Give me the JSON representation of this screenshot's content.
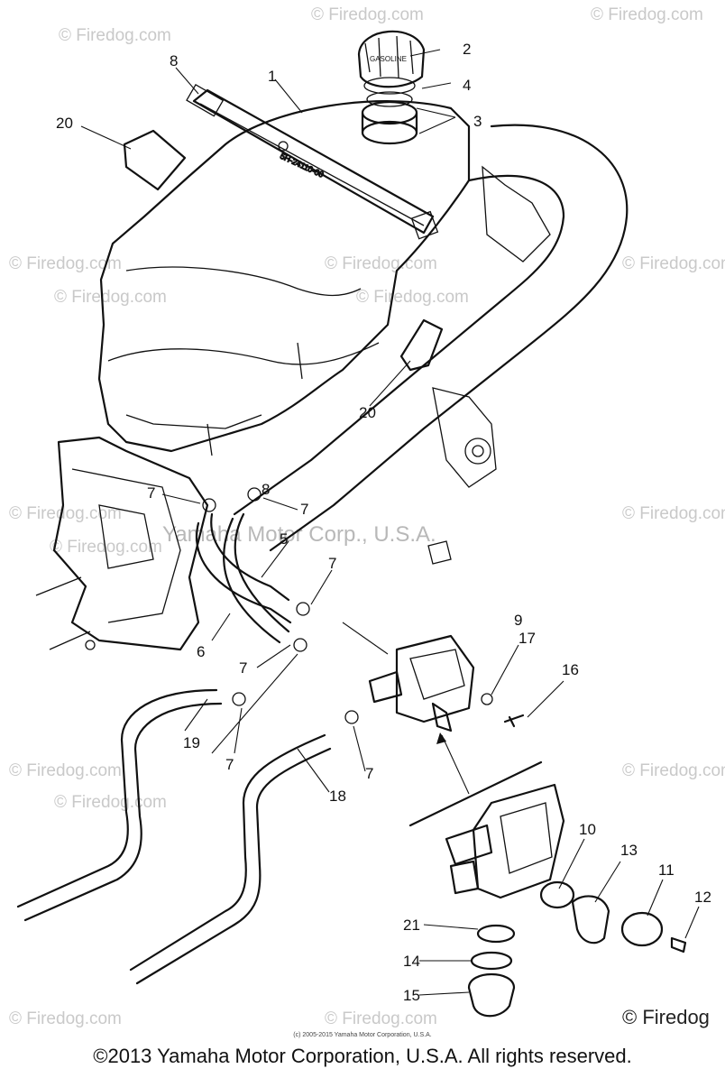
{
  "watermark": {
    "text": "© Firedog.com"
  },
  "center_watermark": "Yamaha Motor Corp., U.S.A.",
  "tank_stamp": "5H-24110-00",
  "cap_text": "GASOLINE",
  "callouts": {
    "c1": "1",
    "c2": "2",
    "c3": "3",
    "c4": "4",
    "c5": "5",
    "c6": "6",
    "c7a": "7",
    "c7b": "7",
    "c7c": "7",
    "c7d": "7",
    "c7e": "7",
    "c7f": "7",
    "c8a": "8",
    "c8b": "8",
    "c9": "9",
    "c10": "10",
    "c11": "11",
    "c12": "12",
    "c13": "13",
    "c14": "14",
    "c15": "15",
    "c16": "16",
    "c17": "17",
    "c18": "18",
    "c19": "19",
    "c20a": "20",
    "c20b": "20",
    "c21": "21"
  },
  "small_copyright": "(c) 2005-2015 Yamaha Motor Corporation, U.S.A.",
  "footer_copyright": "©2013 Yamaha Motor Corporation, U.S.A. All rights reserved.",
  "firedog_badge": "© Firedog"
}
